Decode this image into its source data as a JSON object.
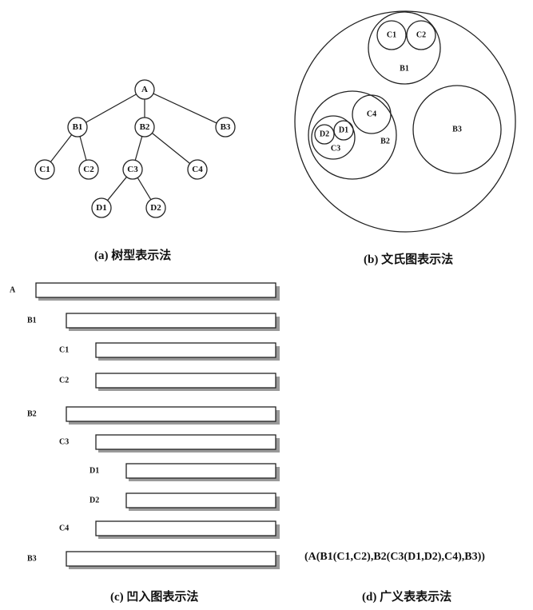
{
  "tree": {
    "nodes": [
      {
        "id": "A",
        "label": "A"
      },
      {
        "id": "B1",
        "label": "B1"
      },
      {
        "id": "B2",
        "label": "B2"
      },
      {
        "id": "B3",
        "label": "B3"
      },
      {
        "id": "C1",
        "label": "C1"
      },
      {
        "id": "C2",
        "label": "C2"
      },
      {
        "id": "C3",
        "label": "C3"
      },
      {
        "id": "C4",
        "label": "C4"
      },
      {
        "id": "D1",
        "label": "D1"
      },
      {
        "id": "D2",
        "label": "D2"
      }
    ],
    "edges": [
      [
        "A",
        "B1"
      ],
      [
        "A",
        "B2"
      ],
      [
        "A",
        "B3"
      ],
      [
        "B1",
        "C1"
      ],
      [
        "B1",
        "C2"
      ],
      [
        "B2",
        "C3"
      ],
      [
        "B2",
        "C4"
      ],
      [
        "C3",
        "D1"
      ],
      [
        "C3",
        "D2"
      ]
    ]
  },
  "venn": {
    "labels": {
      "B1": "B1",
      "C1": "C1",
      "C2": "C2",
      "B2": "B2",
      "C3": "C3",
      "C4": "C4",
      "D1": "D1",
      "D2": "D2",
      "B3": "B3"
    }
  },
  "indent": {
    "items": [
      {
        "label": "A",
        "level": 0
      },
      {
        "label": "B1",
        "level": 1
      },
      {
        "label": "C1",
        "level": 2
      },
      {
        "label": "C2",
        "level": 2
      },
      {
        "label": "B2",
        "level": 1
      },
      {
        "label": "C3",
        "level": 2
      },
      {
        "label": "D1",
        "level": 3
      },
      {
        "label": "D2",
        "level": 3
      },
      {
        "label": "C4",
        "level": 2
      },
      {
        "label": "B3",
        "level": 1
      }
    ]
  },
  "generalized_list": "(A(B1(C1,C2),B2(C3(D1,D2),C4),B3))",
  "captions": {
    "a": "(a) 树型表示法",
    "b": "(b) 文氏图表示法",
    "c": "(c) 凹入图表示法",
    "d": "(d) 广义表表示法"
  }
}
